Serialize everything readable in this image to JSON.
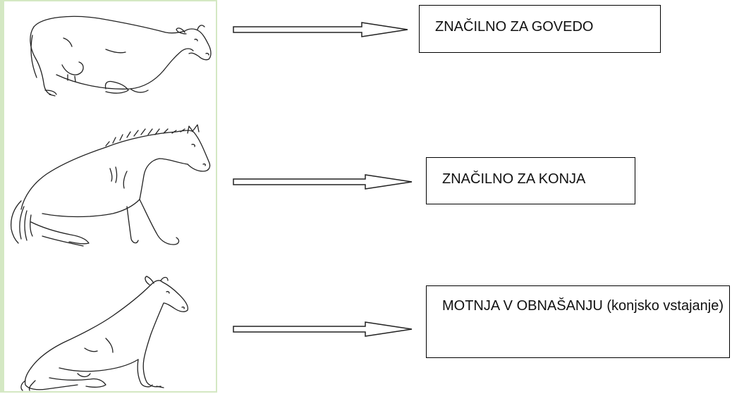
{
  "rows": [
    {
      "animal_icon": "cow-lying-icon",
      "label": "ZNAČILNO ZA GOVEDO"
    },
    {
      "animal_icon": "horse-rising-icon",
      "label": "ZNAČILNO ZA KONJA"
    },
    {
      "animal_icon": "cow-rising-horse-like-icon",
      "label": "MOTNJA V OBNAŠANJU (konjsko vstajanje)"
    }
  ],
  "colors": {
    "frame_border": "#d4e8c3",
    "line": "#222222"
  }
}
